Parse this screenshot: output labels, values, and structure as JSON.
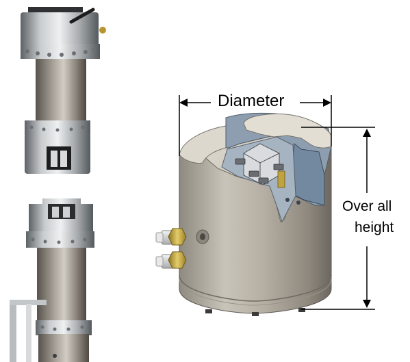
{
  "labels": {
    "diameter": "Diameter",
    "height_line1": "Over all",
    "height_line2": "height"
  },
  "colors": {
    "body": "#a7a196",
    "body_shadow": "#7d786f",
    "body_light": "#d6d2c8",
    "inner_blue": "#7f93a6",
    "steel": "#b9bdc0",
    "steel_dark": "#6f7478",
    "brass": "#b29432",
    "line": "#000000"
  },
  "icons": {
    "arrow": "arrow-icon",
    "photo_top": "fixture-photo-icon",
    "photo_bottom": "fixture-photo-icon"
  }
}
